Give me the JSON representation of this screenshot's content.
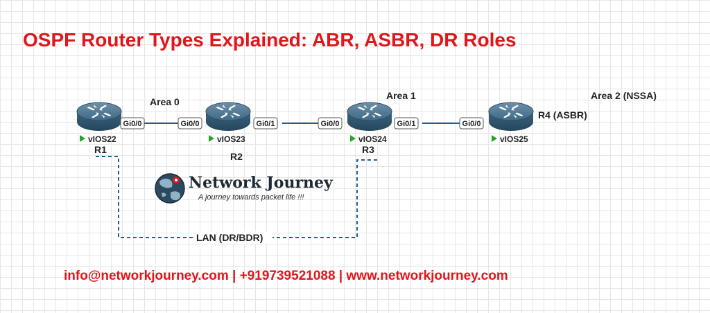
{
  "title": "OSPF Router Types Explained: ABR, ASBR, DR Roles",
  "areas": {
    "area0": "Area 0",
    "area1": "Area 1",
    "area2": "Area 2 (NSSA)"
  },
  "routers": {
    "r1": {
      "host": "vIOS22",
      "role": "R1"
    },
    "r2": {
      "host": "vIOS23",
      "role": "R2"
    },
    "r3": {
      "host": "vIOS24",
      "role": "R3"
    },
    "r4": {
      "host": "vIOS25",
      "role": "R4 (ASBR)"
    }
  },
  "ports": {
    "r1_gi00": "Gi0/0",
    "r2_gi00": "Gi0/0",
    "r2_gi01": "Gi0/1",
    "r3_gi00": "Gi0/0",
    "r3_gi01": "Gi0/1",
    "r4_gi00": "Gi0/0"
  },
  "lan_label": "LAN (DR/BDR)",
  "logo": {
    "name": "Network Journey",
    "tagline": "A journey towards packet life !!!"
  },
  "contact": "info@networkjourney.com | +919739521088 | www.networkjourney.com",
  "colors": {
    "title": "#e0161b",
    "link": "#1f5f8b",
    "lan": "#1f5f8b",
    "status": "#22a822"
  }
}
